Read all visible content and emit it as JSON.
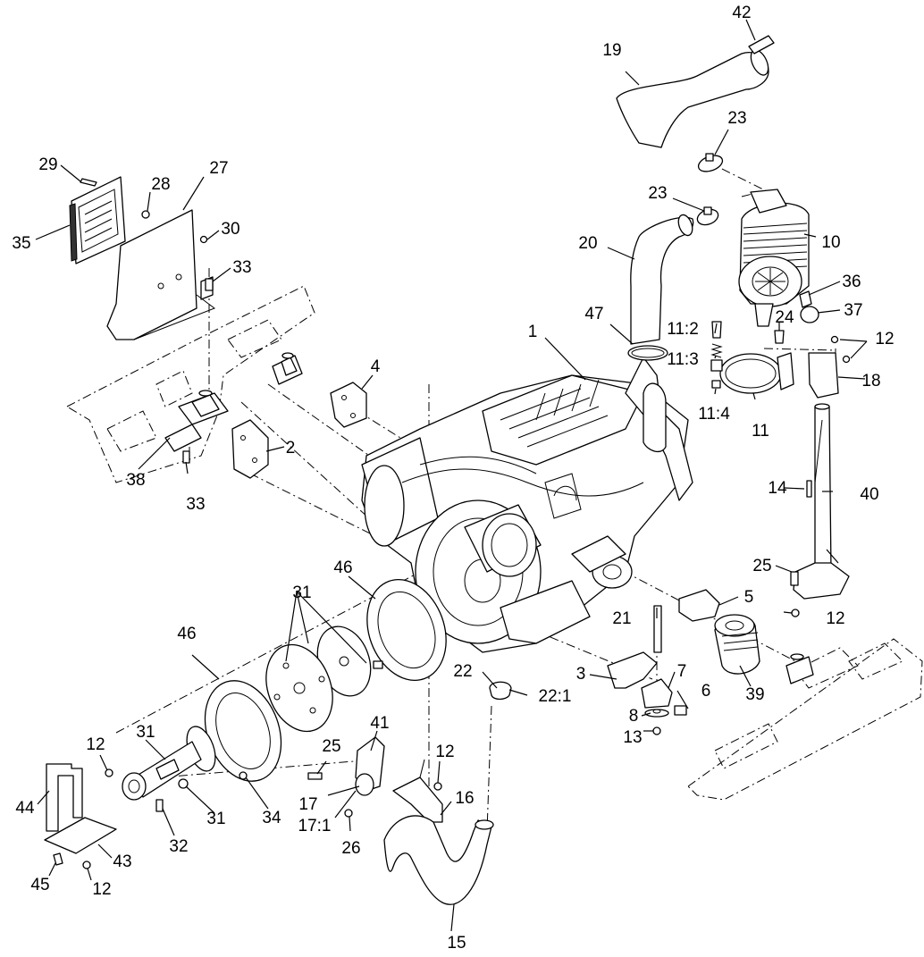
{
  "diagram": {
    "callouts": [
      {
        "id": "c1",
        "text": "1"
      },
      {
        "id": "c2",
        "text": "2"
      },
      {
        "id": "c3",
        "text": "3"
      },
      {
        "id": "c4",
        "text": "4"
      },
      {
        "id": "c5",
        "text": "5"
      },
      {
        "id": "c6",
        "text": "6"
      },
      {
        "id": "c7",
        "text": "7"
      },
      {
        "id": "c8",
        "text": "8"
      },
      {
        "id": "c10",
        "text": "10"
      },
      {
        "id": "c11",
        "text": "11"
      },
      {
        "id": "c11_2",
        "text": "11:2"
      },
      {
        "id": "c11_3",
        "text": "11:3"
      },
      {
        "id": "c11_4",
        "text": "11:4"
      },
      {
        "id": "c12a",
        "text": "12"
      },
      {
        "id": "c12b",
        "text": "12"
      },
      {
        "id": "c12c",
        "text": "12"
      },
      {
        "id": "c12d",
        "text": "12"
      },
      {
        "id": "c12e",
        "text": "12"
      },
      {
        "id": "c13",
        "text": "13"
      },
      {
        "id": "c14",
        "text": "14"
      },
      {
        "id": "c15",
        "text": "15"
      },
      {
        "id": "c16",
        "text": "16"
      },
      {
        "id": "c17",
        "text": "17"
      },
      {
        "id": "c17_1",
        "text": "17:1"
      },
      {
        "id": "c18",
        "text": "18"
      },
      {
        "id": "c19",
        "text": "19"
      },
      {
        "id": "c20",
        "text": "20"
      },
      {
        "id": "c21",
        "text": "21"
      },
      {
        "id": "c22",
        "text": "22"
      },
      {
        "id": "c22_1",
        "text": "22:1"
      },
      {
        "id": "c23a",
        "text": "23"
      },
      {
        "id": "c23b",
        "text": "23"
      },
      {
        "id": "c24",
        "text": "24"
      },
      {
        "id": "c25a",
        "text": "25"
      },
      {
        "id": "c25b",
        "text": "25"
      },
      {
        "id": "c26",
        "text": "26"
      },
      {
        "id": "c27",
        "text": "27"
      },
      {
        "id": "c28",
        "text": "28"
      },
      {
        "id": "c29",
        "text": "29"
      },
      {
        "id": "c30",
        "text": "30"
      },
      {
        "id": "c31a",
        "text": "31"
      },
      {
        "id": "c31b",
        "text": "31"
      },
      {
        "id": "c31c",
        "text": "31"
      },
      {
        "id": "c32",
        "text": "32"
      },
      {
        "id": "c33a",
        "text": "33"
      },
      {
        "id": "c33b",
        "text": "33"
      },
      {
        "id": "c34",
        "text": "34"
      },
      {
        "id": "c35",
        "text": "35"
      },
      {
        "id": "c36",
        "text": "36"
      },
      {
        "id": "c37",
        "text": "37"
      },
      {
        "id": "c38",
        "text": "38"
      },
      {
        "id": "c39",
        "text": "39"
      },
      {
        "id": "c40",
        "text": "40"
      },
      {
        "id": "c41",
        "text": "41"
      },
      {
        "id": "c42",
        "text": "42"
      },
      {
        "id": "c43",
        "text": "43"
      },
      {
        "id": "c44",
        "text": "44"
      },
      {
        "id": "c45",
        "text": "45"
      },
      {
        "id": "c46a",
        "text": "46"
      },
      {
        "id": "c46b",
        "text": "46"
      },
      {
        "id": "c47",
        "text": "47"
      }
    ]
  }
}
